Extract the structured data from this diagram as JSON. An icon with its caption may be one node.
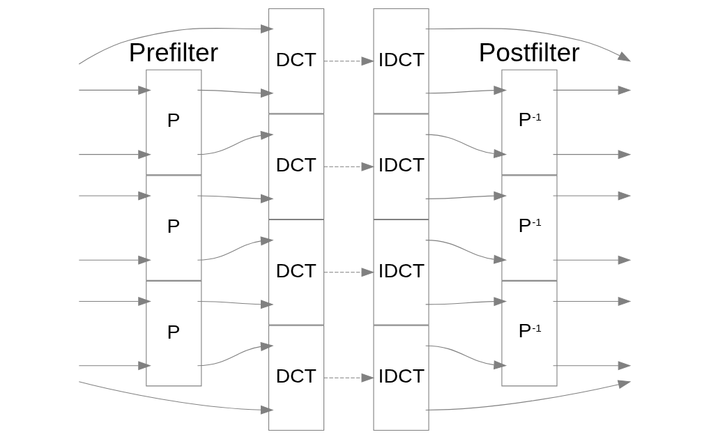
{
  "diagram": {
    "nodes": [
      {
        "text": [
          "P"
        ]
      },
      {
        "text": [
          "P"
        ]
      },
      {
        "text": [
          "P"
        ]
      },
      {
        "text": [
          "DCT"
        ]
      },
      {
        "text": [
          "DCT"
        ]
      },
      {
        "text": [
          "DCT"
        ]
      },
      {
        "text": [
          "DCT"
        ]
      },
      {
        "text": [
          "IDCT"
        ]
      },
      {
        "text": [
          "IDCT"
        ]
      },
      {
        "text": [
          "IDCT"
        ]
      },
      {
        "text": [
          "IDCT"
        ]
      },
      {
        "text": [
          "P$^{-1}$"
        ]
      },
      {
        "text": [
          "P$^{-1}$"
        ]
      },
      {
        "text": [
          "P$^{-1}$"
        ]
      }
    ],
    "edges": [
      {
        "from": null,
        "to": 3,
        "arrow": "to"
      },
      {
        "from": null,
        "to": 0,
        "arrow": "to"
      },
      {
        "from": null,
        "to": 0,
        "arrow": "to"
      },
      {
        "from": 0,
        "to": 3,
        "arrow": "to"
      },
      {
        "from": 0,
        "to": 4,
        "arrow": "to"
      },
      {
        "from": null,
        "to": 1,
        "arrow": "to"
      },
      {
        "from": null,
        "to": 1,
        "arrow": "to"
      },
      {
        "from": 1,
        "to": 4,
        "arrow": "to"
      },
      {
        "from": 1,
        "to": 5,
        "arrow": "to"
      },
      {
        "from": null,
        "to": 2,
        "arrow": "to"
      },
      {
        "from": null,
        "to": 2,
        "arrow": "to"
      },
      {
        "from": 2,
        "to": 5,
        "arrow": "to"
      },
      {
        "from": 2,
        "to": 6,
        "arrow": "to"
      },
      {
        "from": null,
        "to": 6,
        "arrow": "to"
      },
      {
        "from": 3,
        "to": 7,
        "arrow": "to",
        "style": "dashed"
      },
      {
        "from": 4,
        "to": 8,
        "arrow": "to",
        "style": "dashed"
      },
      {
        "from": 5,
        "to": 9,
        "arrow": "to",
        "style": "dashed"
      },
      {
        "from": 6,
        "to": 10,
        "arrow": "to",
        "style": "dashed"
      },
      {
        "from": 7,
        "to": null,
        "arrow": "to"
      },
      {
        "from": 7,
        "to": 11,
        "arrow": "to"
      },
      {
        "from": 8,
        "to": 11,
        "arrow": "to"
      },
      {
        "from": 8,
        "to": 12,
        "arrow": "to"
      },
      {
        "from": 9,
        "to": 12,
        "arrow": "to"
      },
      {
        "from": 9,
        "to": 13,
        "arrow": "to"
      },
      {
        "from": 10,
        "to": 13,
        "arrow": "to"
      },
      {
        "from": 10,
        "to": null,
        "arrow": "to"
      },
      {
        "from": 11,
        "to": null,
        "arrow": "to"
      },
      {
        "from": 11,
        "to": null,
        "arrow": "to"
      },
      {
        "from": 12,
        "to": null,
        "arrow": "to"
      },
      {
        "from": 12,
        "to": null,
        "arrow": "to"
      },
      {
        "from": 13,
        "to": null,
        "arrow": "to"
      },
      {
        "from": 13,
        "to": null,
        "arrow": "to"
      }
    ],
    "labels": [
      "Prefilter",
      "Postfilter"
    ]
  }
}
